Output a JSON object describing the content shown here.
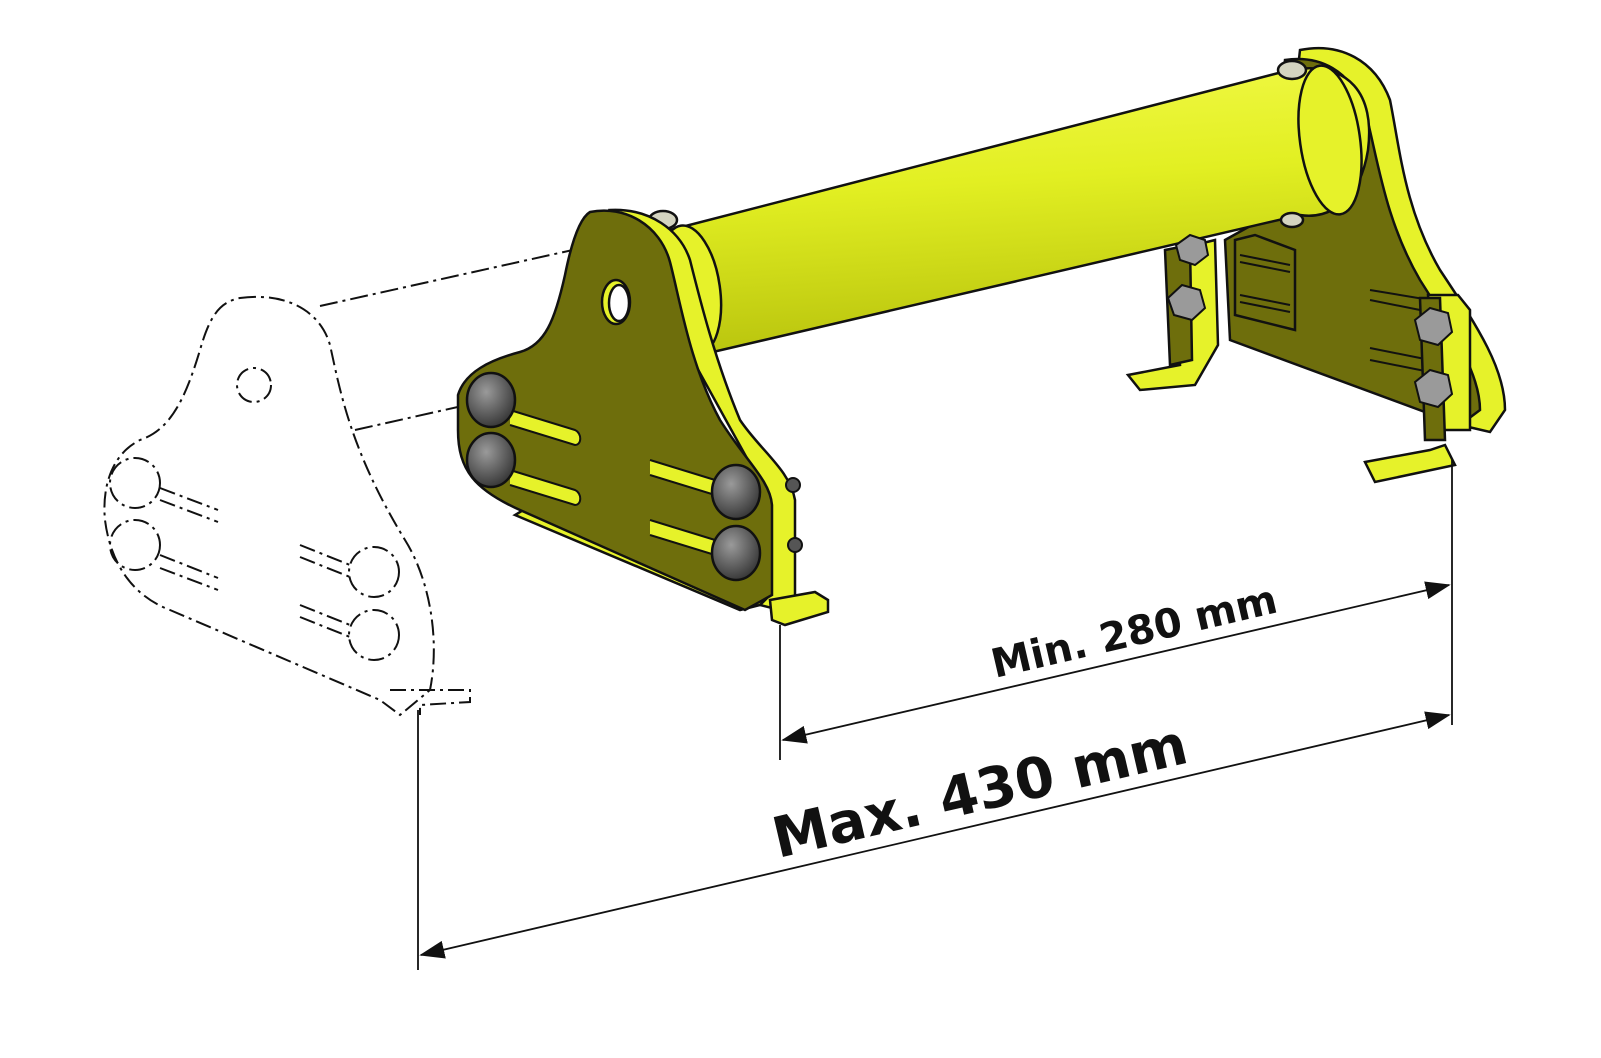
{
  "dimensions": {
    "min_label": "Min. 280 mm",
    "max_label": "Max. 430 mm"
  },
  "colors": {
    "part_fill": "#e6f22a",
    "part_shadow": "#6e6e0c",
    "outline": "#111111",
    "bolt": "#555555",
    "background": "#ffffff"
  },
  "icons": {
    "ghost_plate": "phantom-adjusted-position",
    "bolt": "hex-bolt"
  }
}
